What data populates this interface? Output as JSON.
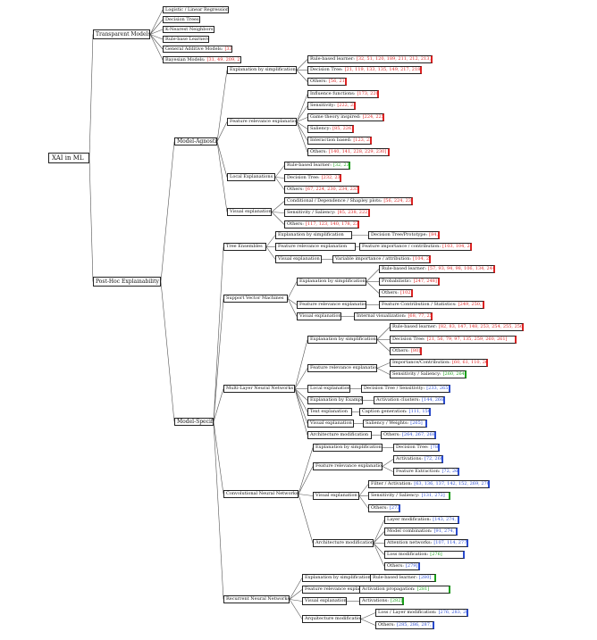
{
  "tree": {
    "id": "root",
    "label": "XAI in ML",
    "children": [
      {
        "id": "tm",
        "label": "Transparent Models",
        "children": [
          {
            "id": "tm1",
            "label": "Logistic / Linear Regression"
          },
          {
            "id": "tm2",
            "label": "Decision Trees"
          },
          {
            "id": "tm3",
            "label": "K-Nearest Neighbors"
          },
          {
            "id": "tm4",
            "label": "Rule-base Learners"
          },
          {
            "id": "tm5",
            "label": "General Additive Models:",
            "refs": "[33]"
          },
          {
            "id": "tm6",
            "label": "Bayesian Models:",
            "refs": "[31, 49, 209, 210]"
          }
        ]
      },
      {
        "id": "ph",
        "label": "Post-Hoc Explainability",
        "children": [
          {
            "id": "ma",
            "label": "Model-Agnostic",
            "children": [
              {
                "id": "ma_es",
                "label": "Explanation by simplification",
                "children": [
                  {
                    "id": "ma_es1",
                    "label": "Rule-based learner:",
                    "refs": "[32, 51, 120, 189, 211, 212, 213, 214, 215, 216]",
                    "accent": "red"
                  },
                  {
                    "id": "ma_es2",
                    "label": "Decision Tree:",
                    "refs": "[21, 119, 133, 135, 149, 217, 218]",
                    "accent": "red"
                  },
                  {
                    "id": "ma_es3",
                    "label": "Others:",
                    "refs": "[56, 219]",
                    "accent": "red"
                  }
                ]
              },
              {
                "id": "ma_fr",
                "label": "Feature relevance explanation",
                "children": [
                  {
                    "id": "ma_fr1",
                    "label": "Influence functions:",
                    "refs": "[173, 220, 221]",
                    "accent": "red"
                  },
                  {
                    "id": "ma_fr2",
                    "label": "Sensitivity:",
                    "refs": "[222, 223]",
                    "accent": "red"
                  },
                  {
                    "id": "ma_fr3",
                    "label": "Game theory inspired:",
                    "refs": "[224, 225]",
                    "accent": "red"
                  },
                  {
                    "id": "ma_fr4",
                    "label": "Saliency:",
                    "refs": "[85, 226]",
                    "accent": "red"
                  },
                  {
                    "id": "ma_fr5",
                    "label": "Interaction based:",
                    "refs": "[123, 227]",
                    "accent": "red"
                  },
                  {
                    "id": "ma_fr6",
                    "label": "Others:",
                    "refs": "[140, 141, 228, 229, 230]",
                    "accent": "red"
                  }
                ]
              },
              {
                "id": "ma_le",
                "label": "Local Explanations",
                "children": [
                  {
                    "id": "ma_le1",
                    "label": "Rule-based learner:",
                    "refs": "[32, 231]",
                    "refColor": "green",
                    "accent": "green"
                  },
                  {
                    "id": "ma_le2",
                    "label": "Decision Tree:",
                    "refs": "[232, 233]",
                    "accent": "red"
                  },
                  {
                    "id": "ma_le3",
                    "label": "Others:",
                    "refs": "[67, 224, 230, 234, 235]",
                    "accent": "red"
                  }
                ]
              },
              {
                "id": "ma_ve",
                "label": "Visual explanation",
                "children": [
                  {
                    "id": "ma_ve1",
                    "label": "Conditional / Dependence / Shapley plots:",
                    "refs": "[56, 224, 236, 237]",
                    "accent": "red"
                  },
                  {
                    "id": "ma_ve2",
                    "label": "Sensitivity / Saliency:",
                    "refs": "[85, 238, 222, 223]",
                    "accent": "red"
                  },
                  {
                    "id": "ma_ve3",
                    "label": "Others:",
                    "refs": "[117, 123, 140, 178, 234]",
                    "accent": "red"
                  }
                ]
              }
            ]
          },
          {
            "id": "ms",
            "label": "Model-Specific",
            "children": [
              {
                "id": "te",
                "label": "Tree Ensembles",
                "children": [
                  {
                    "id": "te1",
                    "label": "Explanation by simplification",
                    "children": [
                      {
                        "id": "te1a",
                        "label": "Decision Tree/Prototype:",
                        "refs": "[84, 118, 122]",
                        "accent": "red"
                      }
                    ]
                  },
                  {
                    "id": "te2",
                    "label": "Feature relevance explanation",
                    "children": [
                      {
                        "id": "te2a",
                        "label": "Feature importance / contribution:",
                        "refs": "[103, 104, 240, 241]",
                        "accent": "red"
                      }
                    ]
                  },
                  {
                    "id": "te3",
                    "label": "Visual explanation",
                    "children": [
                      {
                        "id": "te3a",
                        "label": "Variable importance / attribution:",
                        "refs": "[104, 239]",
                        "accent": "red"
                      }
                    ]
                  }
                ]
              },
              {
                "id": "svm",
                "label": "Support Vector Machines",
                "children": [
                  {
                    "id": "svm1",
                    "label": "Explanation by simplification",
                    "children": [
                      {
                        "id": "svm1a",
                        "label": "Rule-based learner:",
                        "refs": "[57, 93, 94, 98, 106, 134, 244, 245, 246]",
                        "accent": "red"
                      },
                      {
                        "id": "svm1b",
                        "label": "Probabilistic:",
                        "refs": "[247, 248]",
                        "accent": "red"
                      },
                      {
                        "id": "svm1c",
                        "label": "Others:",
                        "refs": "[102]",
                        "accent": "red"
                      }
                    ]
                  },
                  {
                    "id": "svm2",
                    "label": "Feature relevance explanation",
                    "children": [
                      {
                        "id": "svm2a",
                        "label": "Feature Contribution / Statistics:",
                        "refs": "[249, 250, 251]",
                        "accent": "red"
                      }
                    ]
                  },
                  {
                    "id": "svm3",
                    "label": "Visual explanation",
                    "children": [
                      {
                        "id": "svm3a",
                        "label": "Internal visualization:",
                        "refs": "[68, 77, 252]",
                        "accent": "red"
                      }
                    ]
                  }
                ]
              },
              {
                "id": "mlp",
                "label": "Multi-Layer Neural Networks",
                "children": [
                  {
                    "id": "mlp1",
                    "label": "Explanation by simplification",
                    "children": [
                      {
                        "id": "mlp1a",
                        "label": "Rule-based learner:",
                        "refs": "[82, 83, 147, 148, 253, 254, 255, 256, 257, 258]",
                        "accent": "red"
                      },
                      {
                        "id": "mlp1b",
                        "label": "Decision Tree:",
                        "refs": "[21, 56, 79, 97, 135, 259, 260, 261]",
                        "accent": "red"
                      },
                      {
                        "id": "mlp1c",
                        "label": "Others:",
                        "refs": "[80]",
                        "accent": "red"
                      }
                    ]
                  },
                  {
                    "id": "mlp2",
                    "label": "Feature relevance explanation",
                    "children": [
                      {
                        "id": "mlp2a",
                        "label": "Importance/Contribution:",
                        "refs": "[60, 61, 110, 262, 263]",
                        "accent": "red"
                      },
                      {
                        "id": "mlp2b",
                        "label": "Sensitivity / Saliency:",
                        "refs": "[260, 264]",
                        "refColor": "green",
                        "accent": "green"
                      }
                    ]
                  },
                  {
                    "id": "mlp3",
                    "label": "Local explanation",
                    "children": [
                      {
                        "id": "mlp3a",
                        "label": "Decision Tree / Sensitivity:",
                        "refs": "[233, 265]",
                        "refColor": "blue",
                        "accent": "blue"
                      }
                    ]
                  },
                  {
                    "id": "mlp4",
                    "label": "Explanation by Example",
                    "children": [
                      {
                        "id": "mlp4a",
                        "label": "Activation clusters:",
                        "refs": "[144, 266]",
                        "refColor": "blue",
                        "accent": "blue"
                      }
                    ]
                  },
                  {
                    "id": "mlp5",
                    "label": "Text explanation",
                    "children": [
                      {
                        "id": "mlp5a",
                        "label": "Caption generation:",
                        "refs": "[111, 150]",
                        "refColor": "blue",
                        "accent": "blue"
                      }
                    ]
                  },
                  {
                    "id": "mlp6",
                    "label": "Visual explanation",
                    "children": [
                      {
                        "id": "mlp6a",
                        "label": "Saliency / Weights:",
                        "refs": "[265]",
                        "refColor": "blue",
                        "accent": "blue"
                      }
                    ]
                  },
                  {
                    "id": "mlp7",
                    "label": "Architecture modification",
                    "children": [
                      {
                        "id": "mlp7a",
                        "label": "Others:",
                        "refs": "[264, 267, 268]",
                        "refColor": "blue",
                        "accent": "blue"
                      }
                    ]
                  }
                ]
              },
              {
                "id": "cnn",
                "label": "Convolutional Neural Networks",
                "children": [
                  {
                    "id": "cnn1",
                    "label": "Explanation by simplification",
                    "children": [
                      {
                        "id": "cnn1a",
                        "label": "Decision Tree:",
                        "refs": "[78]",
                        "refColor": "blue",
                        "accent": "blue"
                      }
                    ]
                  },
                  {
                    "id": "cnn2",
                    "label": "Feature relevance explanation",
                    "children": [
                      {
                        "id": "cnn2a",
                        "label": "Activations:",
                        "refs": "[72, 268]",
                        "refColor": "blue",
                        "accent": "blue"
                      },
                      {
                        "id": "cnn2b",
                        "label": "Feature Extraction:",
                        "refs": "[72, 268]",
                        "refColor": "blue",
                        "accent": "blue"
                      }
                    ]
                  },
                  {
                    "id": "cnn3",
                    "label": "Visual explanation",
                    "children": [
                      {
                        "id": "cnn3a",
                        "label": "Filter / Activation:",
                        "refs": "[63, 136, 137, 142, 152, 269, 270, 271]",
                        "refColor": "blue",
                        "accent": "blue"
                      },
                      {
                        "id": "cnn3b",
                        "label": "Sensitivity / Saliency:",
                        "refs": "[131, 272]",
                        "refColor": "blue",
                        "accent": "green"
                      },
                      {
                        "id": "cnn3c",
                        "label": "Others:",
                        "refs": "[273]",
                        "refColor": "blue",
                        "accent": "blue"
                      }
                    ]
                  },
                  {
                    "id": "cnn4",
                    "label": "Architecture modification",
                    "children": [
                      {
                        "id": "cnn4a",
                        "label": "Layer modification:",
                        "refs": "[143, 274, 275]",
                        "refColor": "blue",
                        "accent": "blue"
                      },
                      {
                        "id": "cnn4b",
                        "label": "Model combination:",
                        "refs": "[91, 274, 276]",
                        "refColor": "blue",
                        "accent": "blue"
                      },
                      {
                        "id": "cnn4c",
                        "label": "Attention networks:",
                        "refs": "[107, 114, 277, 278]",
                        "refColor": "blue",
                        "accent": "blue"
                      },
                      {
                        "id": "cnn4d",
                        "label": "Loss modification:",
                        "refs": "[276]",
                        "refColor": "green",
                        "accent": "blue"
                      },
                      {
                        "id": "cnn4e",
                        "label": "Others:",
                        "refs": "[279]",
                        "refColor": "blue",
                        "accent": "blue"
                      }
                    ]
                  }
                ]
              },
              {
                "id": "rnn",
                "label": "Recurrent Neural Networks",
                "children": [
                  {
                    "id": "rnn1",
                    "label": "Explanation by simplification",
                    "children": [
                      {
                        "id": "rnn1a",
                        "label": "Rule-based learner:",
                        "refs": "[280]",
                        "refColor": "blue",
                        "accent": "green"
                      }
                    ]
                  },
                  {
                    "id": "rnn2",
                    "label": "Feature relevance explanation",
                    "children": [
                      {
                        "id": "rnn2a",
                        "label": "Activation propagation:",
                        "refs": "[281]",
                        "refColor": "green",
                        "accent": "green"
                      }
                    ]
                  },
                  {
                    "id": "rnn3",
                    "label": "Visual explanation",
                    "children": [
                      {
                        "id": "rnn3a",
                        "label": "Activations:",
                        "refs": "[282]",
                        "refColor": "green",
                        "accent": "green"
                      }
                    ]
                  },
                  {
                    "id": "rnn4",
                    "label": "Arquitecture modification",
                    "children": [
                      {
                        "id": "rnn4a",
                        "label": "Loss / Layer modification:",
                        "refs": "[276, 283, 284]",
                        "refColor": "blue",
                        "accent": "blue"
                      },
                      {
                        "id": "rnn4b",
                        "label": "Others:",
                        "refs": "[285, 286, 287, 288]",
                        "refColor": "blue",
                        "accent": "blue"
                      }
                    ]
                  }
                ]
              }
            ]
          }
        ]
      }
    ]
  }
}
